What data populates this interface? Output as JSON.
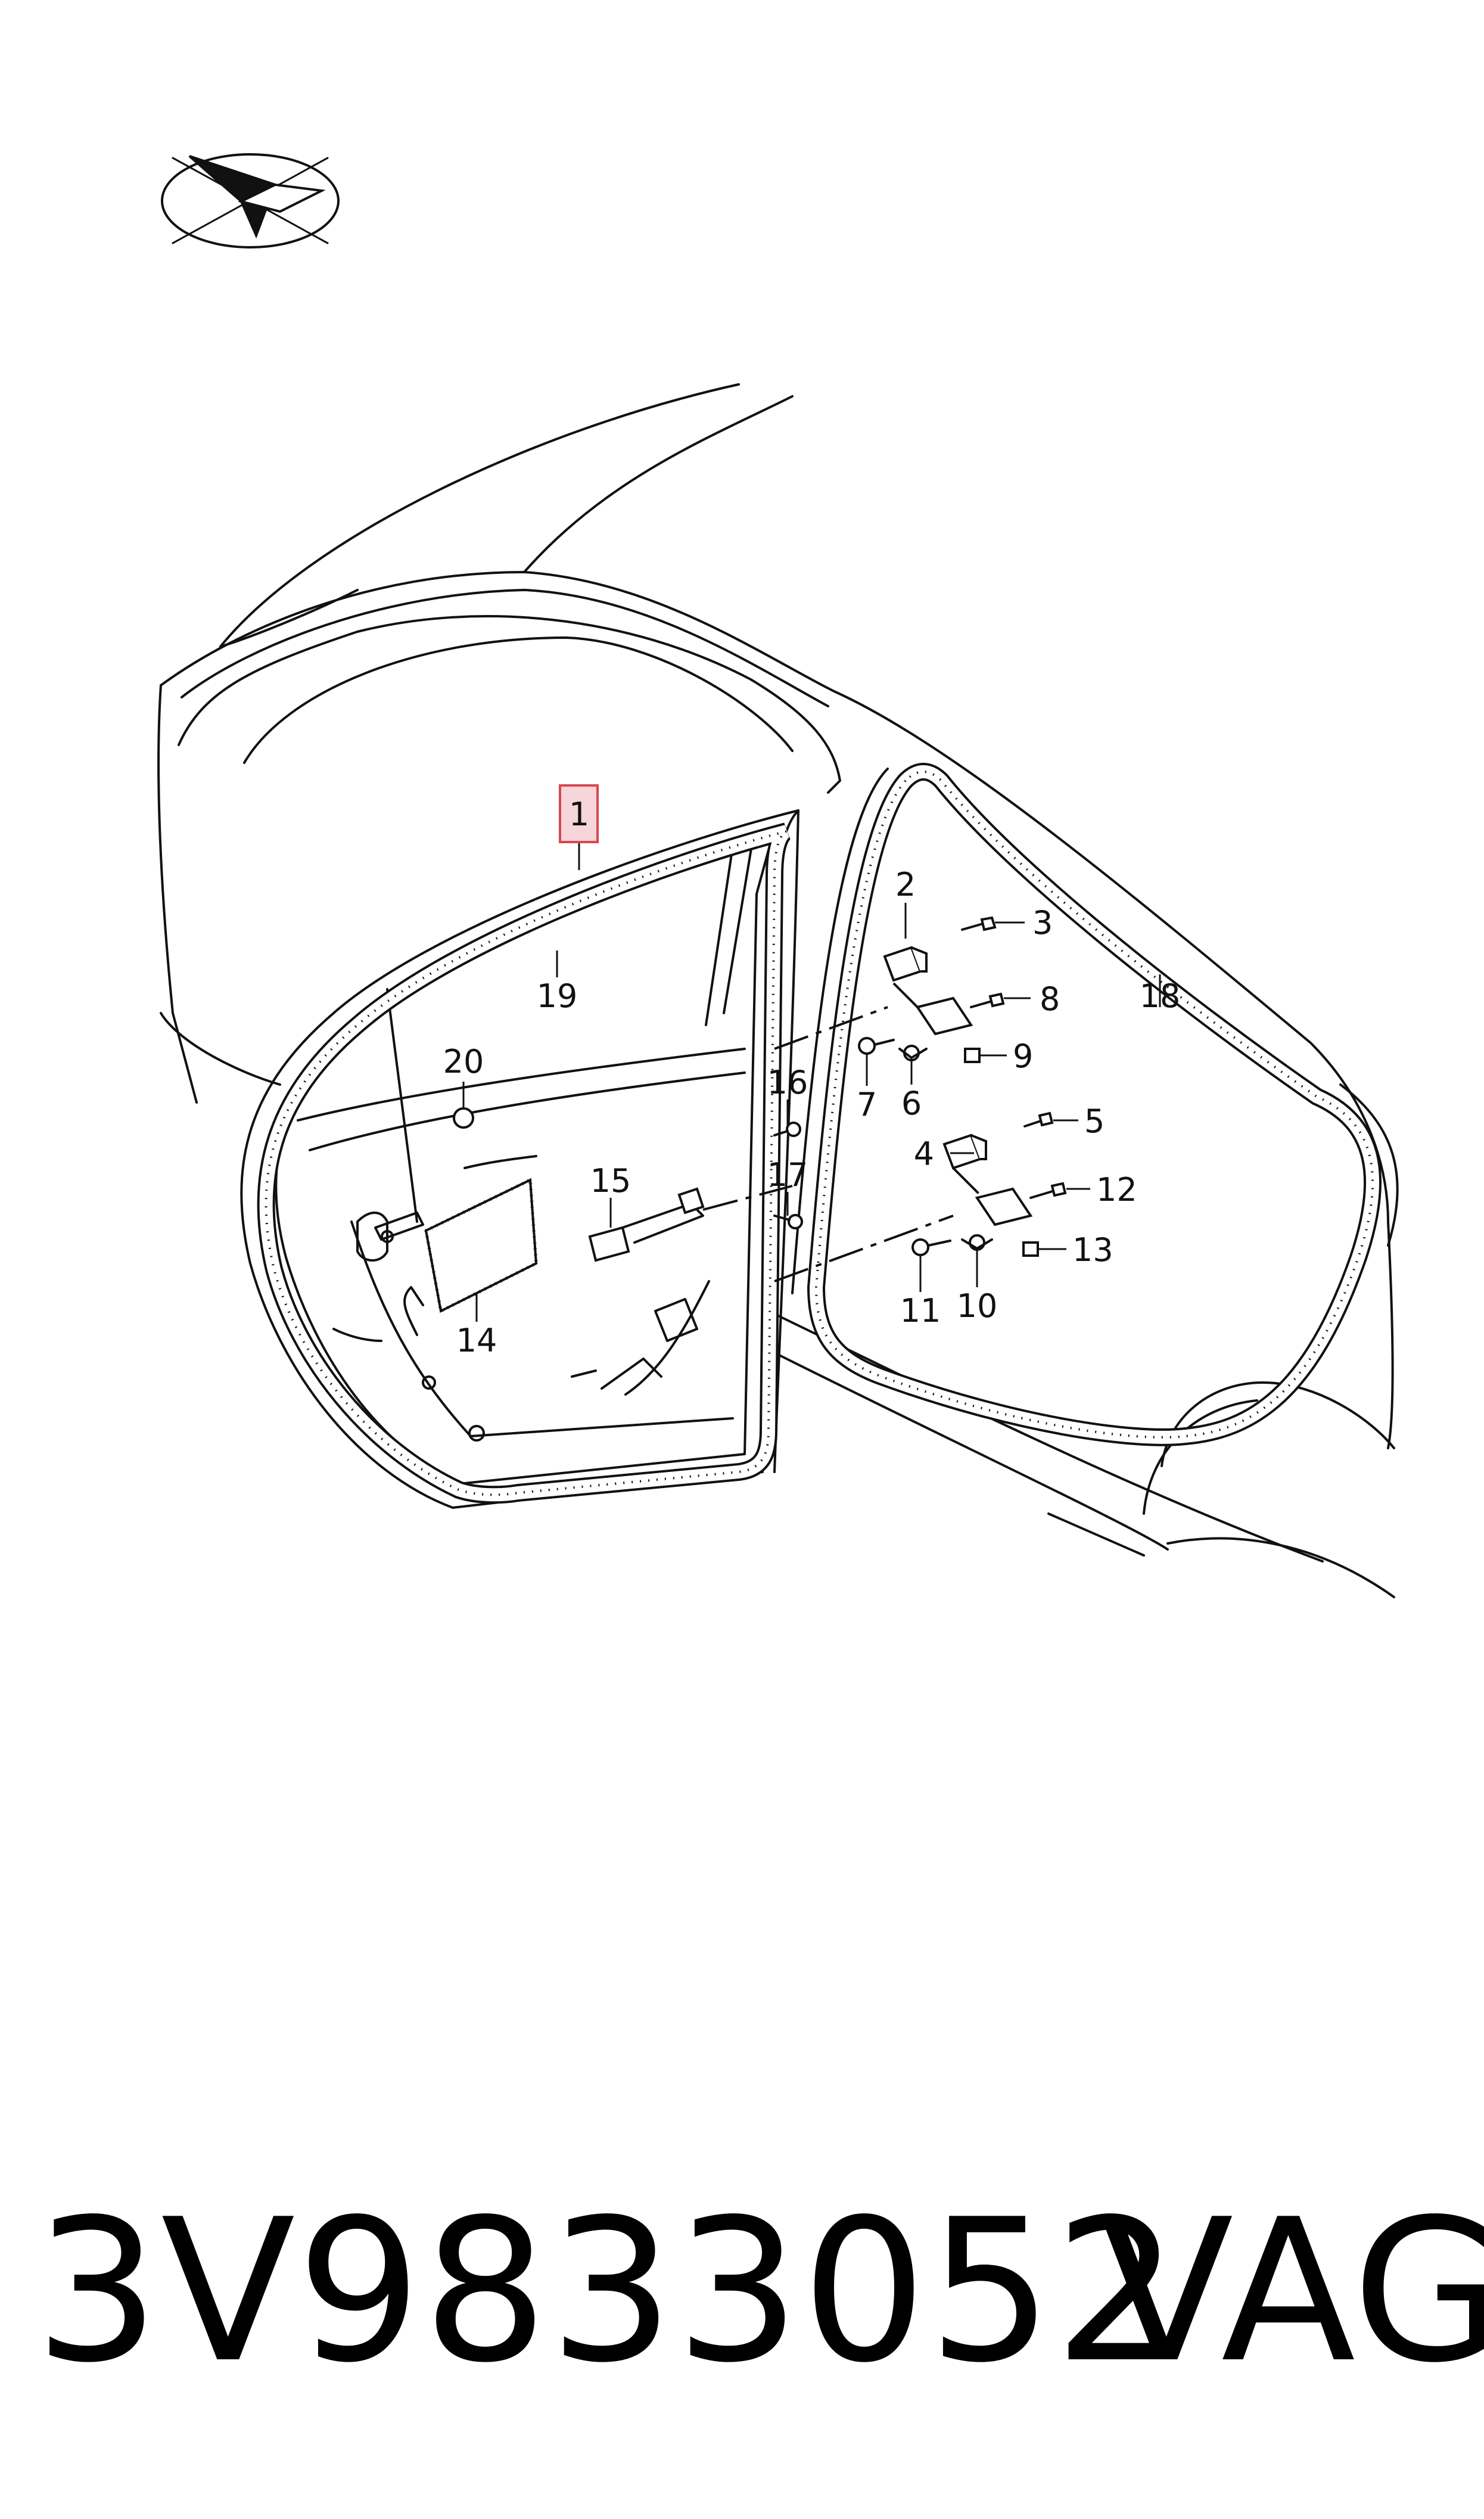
{
  "diagram": {
    "callouts": [
      {
        "id": "1",
        "label": "1"
      },
      {
        "id": "2",
        "label": "2"
      },
      {
        "id": "3",
        "label": "3"
      },
      {
        "id": "4",
        "label": "4"
      },
      {
        "id": "5",
        "label": "5"
      },
      {
        "id": "6",
        "label": "6"
      },
      {
        "id": "7",
        "label": "7"
      },
      {
        "id": "8",
        "label": "8"
      },
      {
        "id": "9",
        "label": "9"
      },
      {
        "id": "10",
        "label": "10"
      },
      {
        "id": "11",
        "label": "11"
      },
      {
        "id": "12",
        "label": "12"
      },
      {
        "id": "13",
        "label": "13"
      },
      {
        "id": "14",
        "label": "14"
      },
      {
        "id": "15",
        "label": "15"
      },
      {
        "id": "16",
        "label": "16"
      },
      {
        "id": "17",
        "label": "17"
      },
      {
        "id": "18",
        "label": "18"
      },
      {
        "id": "19",
        "label": "19"
      },
      {
        "id": "20",
        "label": "20"
      }
    ],
    "highlighted_callout": "1",
    "highlight_color": "#f6d6da",
    "highlight_border": "#d9474f"
  },
  "footer": {
    "part_number": "3V9833052",
    "brand": "VAG"
  }
}
